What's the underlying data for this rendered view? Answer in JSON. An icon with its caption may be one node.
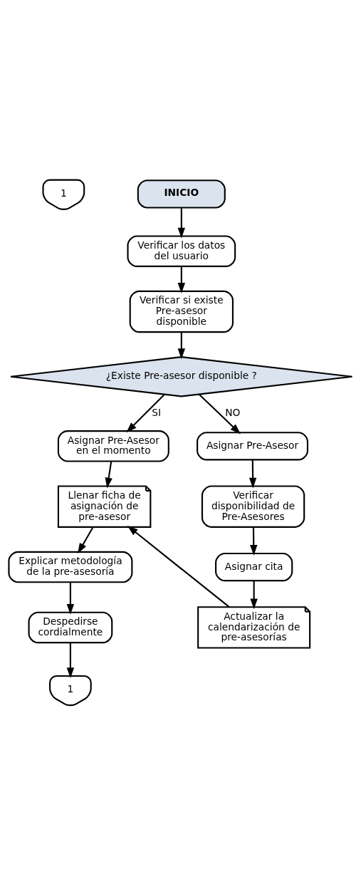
{
  "diagram": {
    "nodes": [
      {
        "text": [
          "1"
        ]
      },
      {
        "text": [
          "INICIO"
        ]
      },
      {
        "text": [
          "Verificar los datos del usuario"
        ]
      },
      {
        "text": [
          "Verificar si existe Pre-asesor disponible"
        ]
      },
      {
        "text": [
          "¿Existe Pre-asesor disponible ?"
        ]
      },
      {
        "text": [
          "Asignar Pre-Asesor en el momento"
        ]
      },
      {
        "text": [
          "Asignar Pre-Asesor"
        ]
      },
      {
        "text": [
          "Llenar ficha de asignación de pre-asesor"
        ]
      },
      {
        "text": [
          "Verificar disponibilidad de Pre-Asesores"
        ]
      },
      {
        "text": [
          "Explicar metodología de la pre-asesoría"
        ]
      },
      {
        "text": [
          "Asignar cita"
        ]
      },
      {
        "text": [
          "Actualizar la calendarización de pre-asesorías"
        ]
      },
      {
        "text": [
          "Despedirse cordialmente"
        ]
      },
      {
        "text": [
          "1"
        ]
      }
    ],
    "edges": [
      {
        "from": 1,
        "to": 2,
        "arrow": "to"
      },
      {
        "from": 2,
        "to": 3,
        "arrow": "to"
      },
      {
        "from": 3,
        "to": 4,
        "arrow": "to"
      },
      {
        "from": 4,
        "to": 5,
        "arrow": "to",
        "label": "SI"
      },
      {
        "from": 4,
        "to": 6,
        "arrow": "to",
        "label": "NO"
      },
      {
        "from": 5,
        "to": 7,
        "arrow": "to"
      },
      {
        "from": 6,
        "to": 8,
        "arrow": "to"
      },
      {
        "from": 8,
        "to": 10,
        "arrow": "to"
      },
      {
        "from": 10,
        "to": 11,
        "arrow": "to"
      },
      {
        "from": 11,
        "to": 7,
        "arrow": "to"
      },
      {
        "from": 7,
        "to": 9,
        "arrow": "to"
      },
      {
        "from": 9,
        "to": 12,
        "arrow": "to"
      },
      {
        "from": 12,
        "to": 13,
        "arrow": "to"
      }
    ]
  }
}
